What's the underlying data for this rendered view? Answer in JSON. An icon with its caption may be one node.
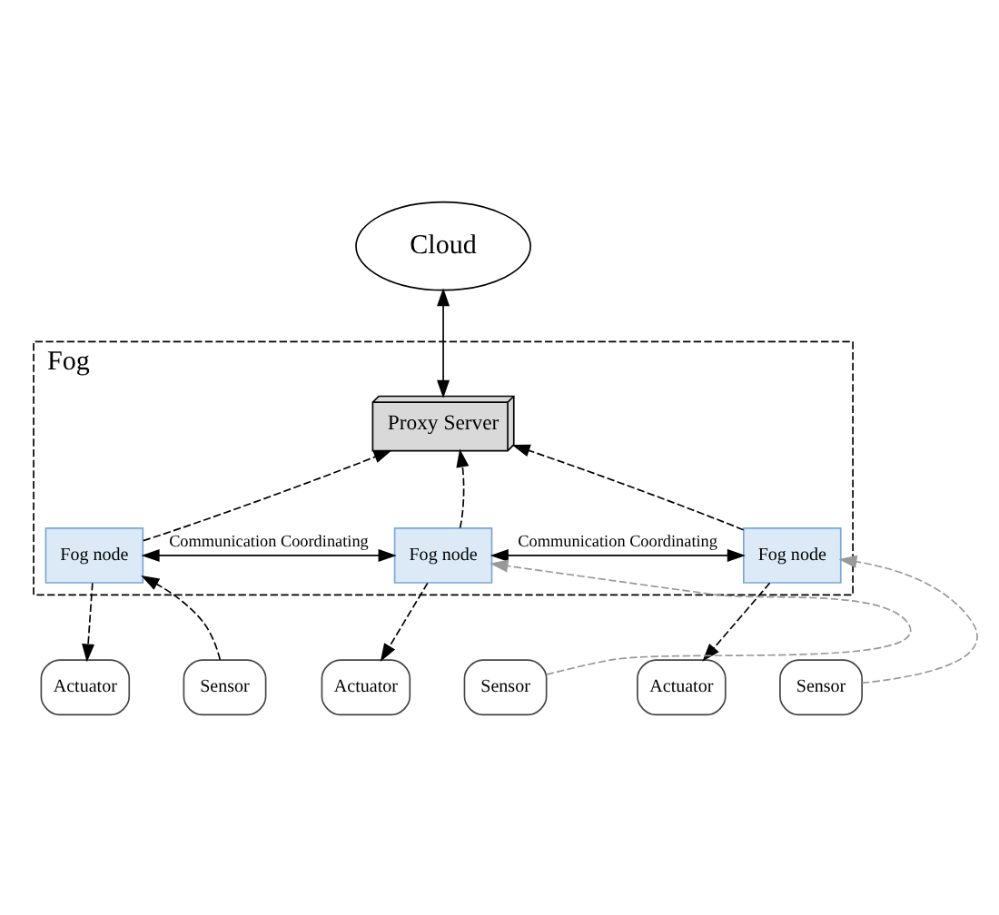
{
  "diagram": {
    "nodes": [
      {
        "text": [
          "Cloud"
        ]
      },
      {
        "text": [
          "Fog"
        ]
      },
      {
        "text": [
          "Proxy Server"
        ],
        "in": 1
      },
      {
        "text": [
          "Fog node"
        ],
        "in": 1
      },
      {
        "text": [
          "Fog node"
        ],
        "in": 1
      },
      {
        "text": [
          "Fog node"
        ],
        "in": 1
      },
      {
        "text": [
          "Actuator"
        ]
      },
      {
        "text": [
          "Sensor"
        ]
      },
      {
        "text": [
          "Actuator"
        ]
      },
      {
        "text": [
          "Sensor"
        ]
      },
      {
        "text": [
          "Actuator"
        ]
      },
      {
        "text": [
          "Sensor"
        ]
      }
    ],
    "edges": [
      {
        "from": 0,
        "to": 2,
        "arrow": "both"
      },
      {
        "from": 3,
        "to": 2,
        "arrow": "to",
        "style": "dashed"
      },
      {
        "from": 4,
        "to": 2,
        "arrow": "to",
        "style": "dashed"
      },
      {
        "from": 5,
        "to": 2,
        "arrow": "to",
        "style": "dashed"
      },
      {
        "from": 3,
        "to": 4,
        "arrow": "both",
        "label": "Communication Coordinating"
      },
      {
        "from": 4,
        "to": 5,
        "arrow": "both",
        "label": "Communication Coordinating"
      },
      {
        "from": 3,
        "to": 6,
        "arrow": "to",
        "style": "dashed"
      },
      {
        "from": 7,
        "to": 3,
        "arrow": "to",
        "style": "dashed"
      },
      {
        "from": 4,
        "to": 8,
        "arrow": "to",
        "style": "dashed"
      },
      {
        "from": 9,
        "to": 4,
        "arrow": "to",
        "style": "dashed",
        "color": "#999999"
      },
      {
        "from": 5,
        "to": 10,
        "arrow": "to",
        "style": "dashed"
      },
      {
        "from": 11,
        "to": 5,
        "arrow": "to",
        "style": "dashed",
        "color": "#999999"
      }
    ]
  }
}
